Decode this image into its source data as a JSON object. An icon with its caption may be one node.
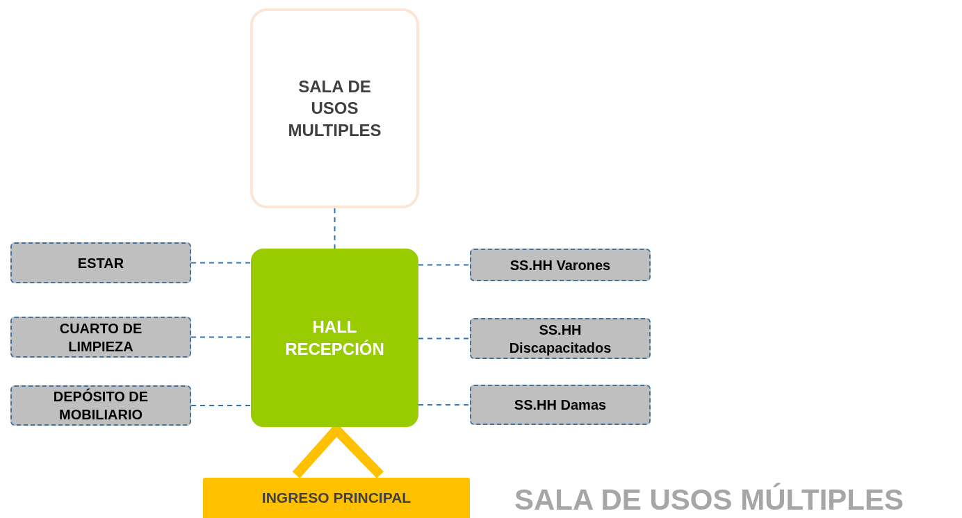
{
  "diagram": {
    "title": "SALA DE USOS MÚLTIPLES",
    "nodes": [
      {
        "text": [
          "SALA DE USOS MULTIPLES"
        ]
      },
      {
        "text": [
          "ESTAR"
        ]
      },
      {
        "text": [
          "HALL RECEPCIÓN"
        ]
      },
      {
        "text": [
          "SS.HH Varones"
        ]
      },
      {
        "text": [
          "CUARTO DE LIMPIEZA"
        ]
      },
      {
        "text": [
          "SS.HH Discapacitados"
        ]
      },
      {
        "text": [
          "DEPÓSITO DE MOBILIARIO"
        ]
      },
      {
        "text": [
          "SS.HH Damas"
        ]
      },
      {
        "text": [
          "INGRESO PRINCIPAL"
        ]
      }
    ],
    "edges": [
      {
        "from": 0,
        "to": 2,
        "arrow": "none",
        "style": "dashed"
      },
      {
        "from": 1,
        "to": 2,
        "arrow": "none",
        "style": "dashed"
      },
      {
        "from": 2,
        "to": 3,
        "arrow": "none",
        "style": "dashed"
      },
      {
        "from": 4,
        "to": 2,
        "arrow": "none",
        "style": "dashed"
      },
      {
        "from": 2,
        "to": 5,
        "arrow": "none",
        "style": "dashed"
      },
      {
        "from": 6,
        "to": 2,
        "arrow": "none",
        "style": "dashed"
      },
      {
        "from": 2,
        "to": 7,
        "arrow": "none",
        "style": "dashed"
      },
      {
        "from": 8,
        "to": 2,
        "arrow": "none",
        "style": "thick",
        "color": "#ffc000"
      }
    ]
  }
}
